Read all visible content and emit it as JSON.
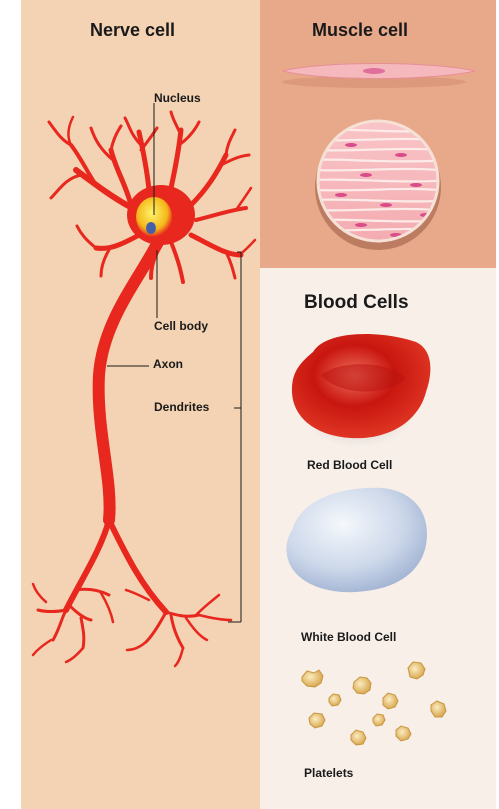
{
  "nerve": {
    "title": "Nerve cell",
    "labels": {
      "nucleus": "Nucleus",
      "cell_body": "Cell body",
      "axon": "Axon",
      "dendrites": "Dendrites"
    }
  },
  "muscle": {
    "title": "Muscle cell"
  },
  "blood": {
    "title": "Blood Cells",
    "labels": {
      "red": "Red Blood Cell",
      "white": "White Blood Cell",
      "platelets": "Platelets"
    }
  },
  "colors": {
    "nerve_bg": "#f3d3b3",
    "muscle_bg": "#e8a98a",
    "blood_bg": "#f8efe9",
    "neuron": "#e8281e",
    "red_cell": "#d4231b",
    "white_cell": "#c9d6ea",
    "platelet": "#e9c784"
  }
}
